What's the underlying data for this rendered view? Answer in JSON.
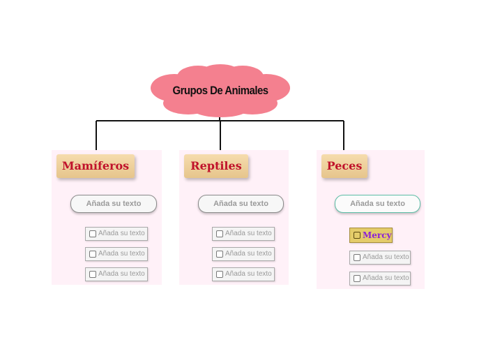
{
  "root": {
    "label": "Grupos De Animales"
  },
  "categories": [
    {
      "title": "Mamíferos",
      "subtopic": "Añada su texto",
      "items": [
        "Añada su texto",
        "Añada su texto",
        "Añada su texto"
      ]
    },
    {
      "title": "Reptiles",
      "subtopic": "Añada su texto",
      "items": [
        "Añada su texto",
        "Añada su texto",
        "Añada su texto"
      ]
    },
    {
      "title": "Peces",
      "subtopic": "Añada su texto",
      "items": [
        "Mercy",
        "Añada su texto",
        "Añada su texto"
      ]
    }
  ],
  "colors": {
    "cloud": "#f4808f",
    "category_text": "#c0122b",
    "panel": "#fff1f8",
    "highlight_item": "#e4cc6a",
    "highlight_text": "#8a1fd8"
  }
}
